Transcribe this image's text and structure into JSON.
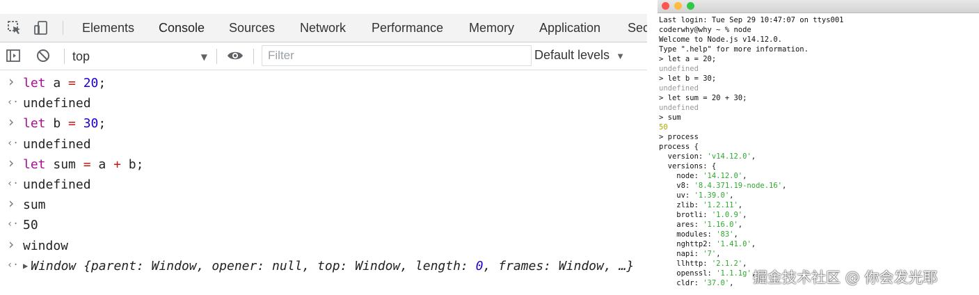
{
  "devtools": {
    "tabs": [
      "Elements",
      "Console",
      "Sources",
      "Network",
      "Performance",
      "Memory",
      "Application",
      "Sec"
    ],
    "active_tab": "Console",
    "toolbar": {
      "context": "top",
      "filter_placeholder": "Filter",
      "levels_label": "Default levels"
    },
    "console": {
      "entries": [
        {
          "type": "input",
          "tokens": [
            {
              "t": "let",
              "c": "kw"
            },
            {
              "t": " a ",
              "c": "var"
            },
            {
              "t": "=",
              "c": "op"
            },
            {
              "t": " ",
              "c": "var"
            },
            {
              "t": "20",
              "c": "num"
            },
            {
              "t": ";",
              "c": "var"
            }
          ]
        },
        {
          "type": "output",
          "text": "undefined"
        },
        {
          "type": "input",
          "tokens": [
            {
              "t": "let",
              "c": "kw"
            },
            {
              "t": " b ",
              "c": "var"
            },
            {
              "t": "=",
              "c": "op"
            },
            {
              "t": " ",
              "c": "var"
            },
            {
              "t": "30",
              "c": "num"
            },
            {
              "t": ";",
              "c": "var"
            }
          ]
        },
        {
          "type": "output",
          "text": "undefined"
        },
        {
          "type": "input",
          "tokens": [
            {
              "t": "let",
              "c": "kw"
            },
            {
              "t": " sum ",
              "c": "var"
            },
            {
              "t": "=",
              "c": "op"
            },
            {
              "t": " a ",
              "c": "var"
            },
            {
              "t": "+",
              "c": "op"
            },
            {
              "t": " b;",
              "c": "var"
            }
          ]
        },
        {
          "type": "output",
          "text": "undefined"
        },
        {
          "type": "input",
          "tokens": [
            {
              "t": "sum",
              "c": "var"
            }
          ]
        },
        {
          "type": "output",
          "text": "50",
          "style": "number"
        },
        {
          "type": "input",
          "tokens": [
            {
              "t": "window",
              "c": "var"
            }
          ]
        },
        {
          "type": "object",
          "text": "Window {parent: Window, opener: null, top: Window, length: 0, frames: Window, …}"
        }
      ]
    }
  },
  "terminal": {
    "lines": [
      {
        "text": "Last login: Tue Sep 29 10:47:07 on ttys001"
      },
      {
        "text": "coderwhy@why ~ % node"
      },
      {
        "text": "Welcome to Node.js v14.12.0."
      },
      {
        "text": "Type \".help\" for more information."
      },
      {
        "text": "> let a = 20;"
      },
      {
        "text": "undefined",
        "style": "dim"
      },
      {
        "text": "> let b = 30;"
      },
      {
        "text": "undefined",
        "style": "dim"
      },
      {
        "text": "> let sum = 20 + 30;"
      },
      {
        "text": "undefined",
        "style": "dim"
      },
      {
        "text": "> sum"
      },
      {
        "text": "50",
        "style": "yel"
      },
      {
        "text": "> process"
      },
      {
        "text": "process {"
      },
      {
        "text": "  version: ",
        "str": "'v14.12.0'",
        "after": ","
      },
      {
        "text": "  versions: {"
      },
      {
        "text": "    node: ",
        "str": "'14.12.0'",
        "after": ","
      },
      {
        "text": "    v8: ",
        "str": "'8.4.371.19-node.16'",
        "after": ","
      },
      {
        "text": "    uv: ",
        "str": "'1.39.0'",
        "after": ","
      },
      {
        "text": "    zlib: ",
        "str": "'1.2.11'",
        "after": ","
      },
      {
        "text": "    brotli: ",
        "str": "'1.0.9'",
        "after": ","
      },
      {
        "text": "    ares: ",
        "str": "'1.16.0'",
        "after": ","
      },
      {
        "text": "    modules: ",
        "str": "'83'",
        "after": ","
      },
      {
        "text": "    nghttp2: ",
        "str": "'1.41.0'",
        "after": ","
      },
      {
        "text": "    napi: ",
        "str": "'7'",
        "after": ","
      },
      {
        "text": "    llhttp: ",
        "str": "'2.1.2'",
        "after": ","
      },
      {
        "text": "    openssl: ",
        "str": "'1.1.1g'",
        "after": ","
      },
      {
        "text": "    cldr: ",
        "str": "'37.0'",
        "after": ","
      }
    ],
    "traffic_lights": [
      "#fc5753",
      "#fdbc40",
      "#33c748"
    ]
  },
  "watermark": "掘金技术社区 @ 你会发光耶",
  "icons": [
    "inspect-element-icon",
    "device-toggle-icon",
    "sidebar-toggle-icon",
    "clear-console-icon",
    "eye-icon",
    "dropdown-arrow-icon"
  ]
}
